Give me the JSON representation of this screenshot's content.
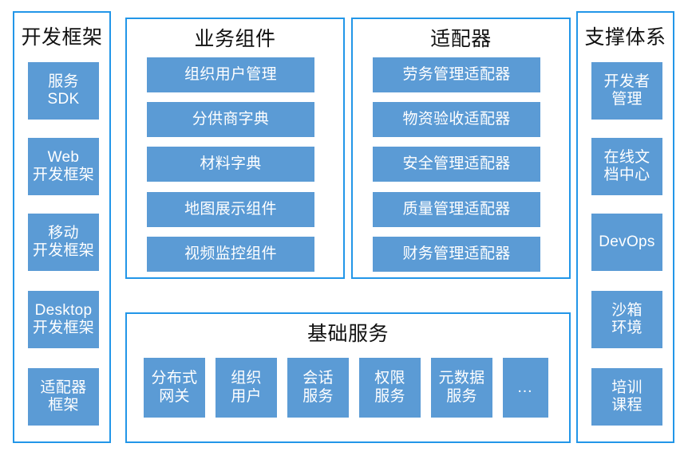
{
  "diagram": {
    "type": "layered-architecture",
    "accent_border_color": "#2296e8",
    "box_fill_color": "#5b9bd5",
    "box_text_color": "#ffffff",
    "title_text_color": "#111111",
    "background_color": "#ffffff"
  },
  "columns": {
    "dev_framework": {
      "title": "开发框架",
      "items": [
        {
          "label": "服务\nSDK"
        },
        {
          "label": "Web\n开发框架"
        },
        {
          "label": "移动\n开发框架"
        },
        {
          "label": "Desktop\n开发框架"
        },
        {
          "label": "适配器\n框架"
        }
      ]
    },
    "business_components": {
      "title": "业务组件",
      "items": [
        {
          "label": "组织用户管理"
        },
        {
          "label": "分供商字典"
        },
        {
          "label": "材料字典"
        },
        {
          "label": "地图展示组件"
        },
        {
          "label": "视频监控组件"
        }
      ]
    },
    "adapters": {
      "title": "适配器",
      "items": [
        {
          "label": "劳务管理适配器"
        },
        {
          "label": "物资验收适配器"
        },
        {
          "label": "安全管理适配器"
        },
        {
          "label": "质量管理适配器"
        },
        {
          "label": "财务管理适配器"
        }
      ]
    },
    "support_system": {
      "title": "支撑体系",
      "items": [
        {
          "label": "开发者\n管理"
        },
        {
          "label": "在线文\n档中心"
        },
        {
          "label": "DevOps"
        },
        {
          "label": "沙箱\n环境"
        },
        {
          "label": "培训\n课程"
        }
      ]
    }
  },
  "base_services": {
    "title": "基础服务",
    "items": [
      {
        "label": "分布式\n网关"
      },
      {
        "label": "组织\n用户"
      },
      {
        "label": "会话\n服务"
      },
      {
        "label": "权限\n服务"
      },
      {
        "label": "元数据\n服务"
      },
      {
        "label": "…"
      }
    ]
  }
}
